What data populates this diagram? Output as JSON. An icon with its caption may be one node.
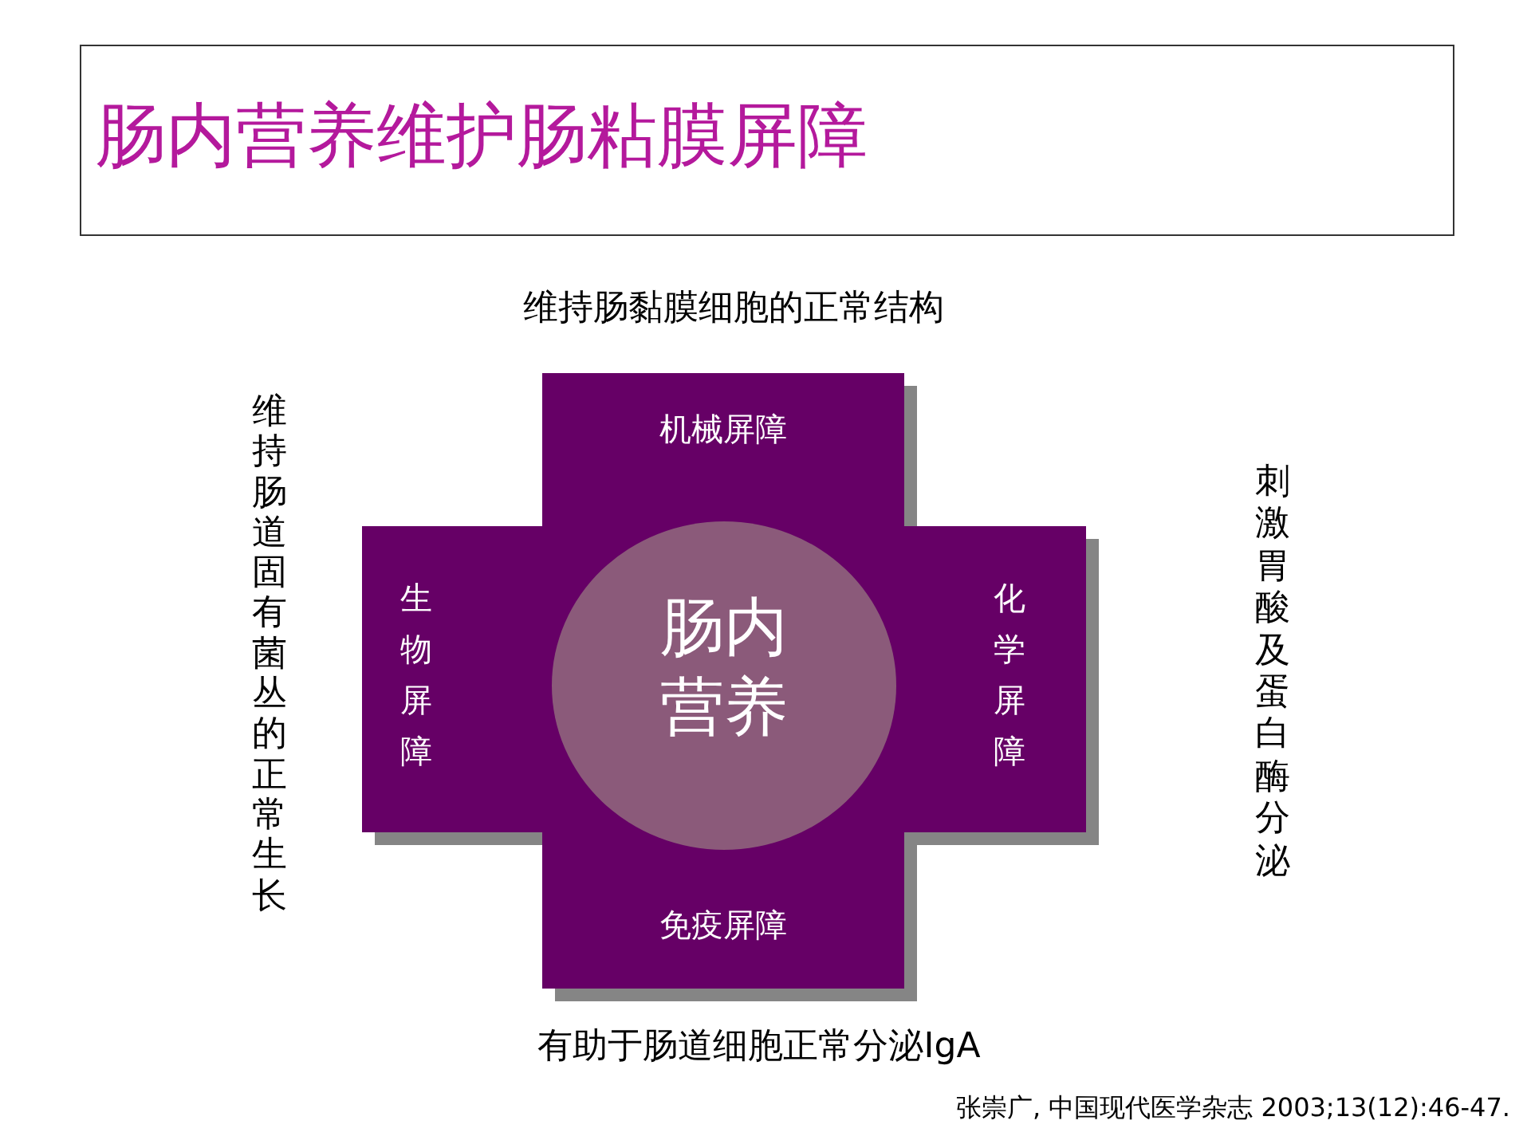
{
  "diagram": {
    "title": "肠内营养维护肠粘膜屏障",
    "nodes": [
      {
        "text": [
          "机械屏障",
          "生物屏障",
          "化学屏障",
          "免疫屏障"
        ]
      },
      {
        "text": [
          "肠内营养"
        ],
        "in": 0
      }
    ],
    "edges": [],
    "labels": [
      "维持肠黏膜细胞的正常结构",
      "维持肠道固有菌丛的正常生长",
      "刺激胃酸及蛋白酶分泌",
      "有助于肠道细胞正常分泌IgA",
      "张崇广, 中国现代医学杂志 2003;13(12):46-47."
    ]
  }
}
